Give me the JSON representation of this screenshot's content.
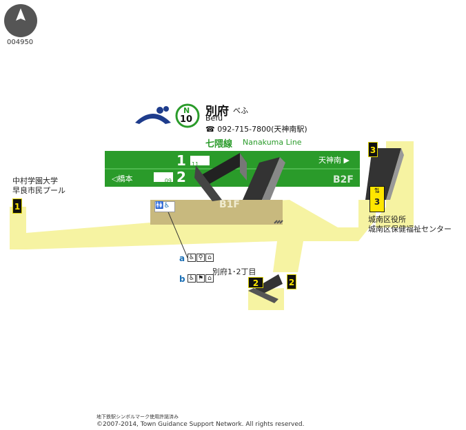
{
  "map_id": "004950",
  "station": {
    "number_letter": "N",
    "number_digits": "10",
    "name": "別府",
    "kana": "べふ",
    "romaji": "Befu",
    "phone": "☎ 092-715-7800(天神南駅)"
  },
  "line": {
    "name": "七隈線",
    "romaji": "Nanakuma Line"
  },
  "platforms": [
    {
      "number": "1",
      "direction": "天神南 ▶",
      "car_marker": "11"
    },
    {
      "number": "2",
      "direction": "◁橋本",
      "car_marker": "09"
    }
  ],
  "floors": {
    "b2f": "B2F",
    "b1f": "B1F"
  },
  "exits": [
    {
      "number": "1",
      "destination": "中村学園大学\n早良市民プール"
    },
    {
      "number": "2",
      "destination": "別府1･2丁目"
    },
    {
      "number": "3",
      "destination": "城南区役所\n城南区保健福祉センター"
    }
  ],
  "elevator": {
    "icon": "elevator-icon",
    "exit_number": "3"
  },
  "facilities": {
    "restroom_icon": "restroom-icon",
    "accessible_icon": "wheelchair-icon"
  },
  "exit_letters": [
    "a",
    "b"
  ],
  "credit_line1": "地下鉄駅シンボルマーク使用許諾済み",
  "credit_line2": "©2007-2014, Town Guidance Support Network. All rights reserved.",
  "colors": {
    "line_green": "#2a9b2a",
    "passage_yellow": "#f6f3a2",
    "concourse_khaki": "#c8b97e",
    "exit_yellow": "#ffe600"
  }
}
